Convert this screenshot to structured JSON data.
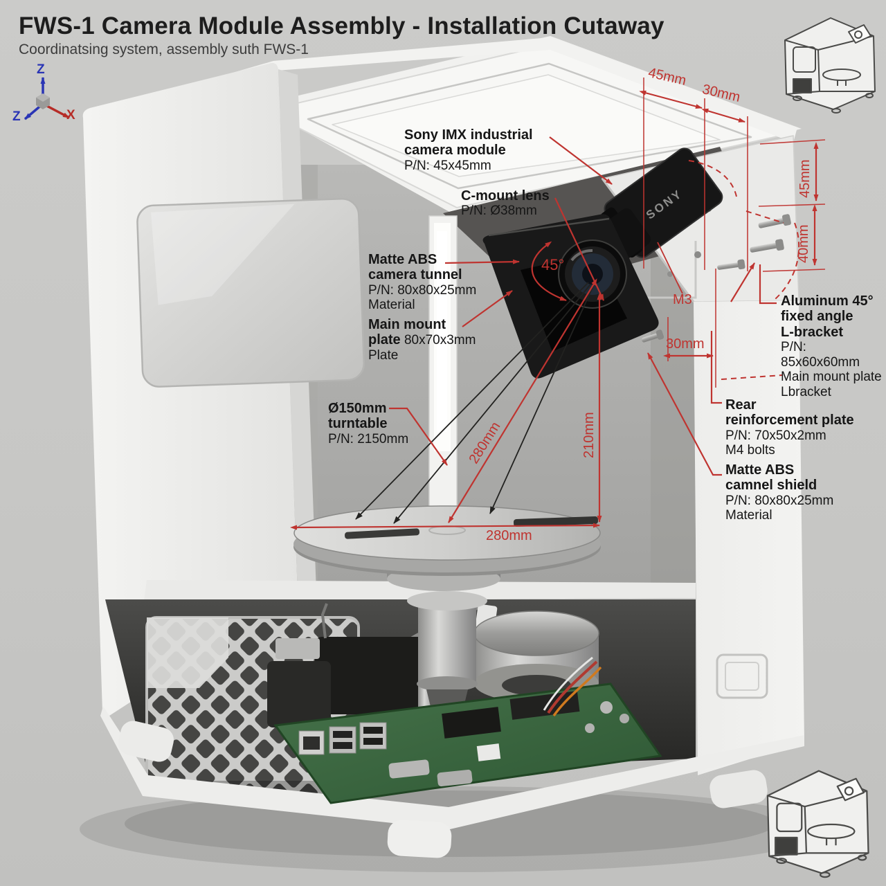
{
  "header": {
    "title": "FWS-1 Camera Module Assembly - Installation Cutaway",
    "subtitle": "Coordinatsing system, assembly suth FWS-1"
  },
  "axes": {
    "up": "Z",
    "left": "Z",
    "right": "X"
  },
  "camera_brand": "SONY",
  "callouts": {
    "sony": {
      "head1": "Sony IMX industrial",
      "head2": "camera module",
      "body1": "P/N: 45x45mm"
    },
    "cmount": {
      "head1": "C-mount lens",
      "body1": "P/N: Ø38mm"
    },
    "tunnel": {
      "head1": "Matte ABS",
      "head2": "camera tunnel",
      "body1": "P/N: 80x80x25mm",
      "body2": "Material"
    },
    "main_mount": {
      "head1": "Main mount",
      "head2_bold": "plate",
      "head2_rest": " 80x70x3mm",
      "body1": "Plate"
    },
    "turntable": {
      "head1": "Ø150mm",
      "head2": "turntable",
      "body1": "P/N: 2150mm"
    },
    "lbracket": {
      "head1": "Aluminum 45°",
      "head2": "fixed angle",
      "head3": "L-bracket",
      "body1": "P/N: 85x60x60mm",
      "body2": "Main mount plate",
      "body3": "Lbracket"
    },
    "rear": {
      "head1": "Rear",
      "head2": "reinforcement plate",
      "body1": "P/N: 70x50x2mm",
      "body2": "M4 bolts"
    },
    "shield": {
      "head1": "Matte ABS",
      "head2": "camnel shield",
      "body1": "P/N: 80x80x25mm",
      "body2": "Material"
    }
  },
  "dimensions": {
    "top_45": "45mm",
    "top_30": "30mm",
    "right_45": "45mm",
    "right_40": "40mm",
    "m3": "M3",
    "mid_30": "30mm",
    "diag_280": "280mm",
    "vert_210": "210mm",
    "table_280": "280mm",
    "angle_45": "45°"
  },
  "colors": {
    "annotation_red": "#bf3430",
    "annotation_black": "#222222",
    "axis_blue": "#2a35b5",
    "axis_red": "#b62c27"
  }
}
